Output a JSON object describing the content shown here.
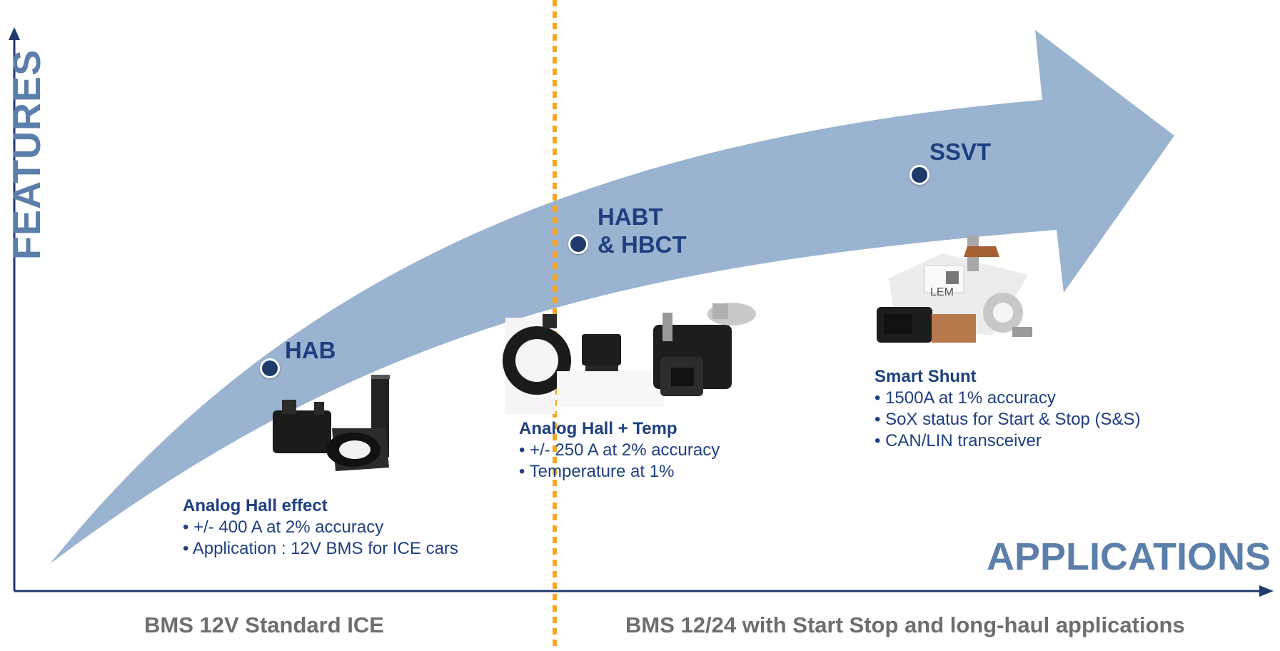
{
  "axes": {
    "y_title": "FEATURES",
    "x_title": "APPLICATIONS"
  },
  "phases": {
    "left": "BMS 12V Standard ICE",
    "right": "BMS 12/24 with Start Stop and long-haul applications"
  },
  "products": {
    "hab": {
      "label": "HAB"
    },
    "habt": {
      "line1": "HABT",
      "line2": "& HBCT"
    },
    "ssvt": {
      "label": "SSVT"
    }
  },
  "cards": {
    "hab": {
      "title": "Analog Hall effect",
      "bullets": [
        "+/- 400 A at 2% accuracy",
        "Application : 12V BMS for ICE cars"
      ]
    },
    "habt": {
      "title": "Analog Hall + Temp",
      "bullets": [
        "+/- 250 A  at 2% accuracy",
        "Temperature at 1%"
      ]
    },
    "ssvt": {
      "title": "Smart Shunt",
      "bullets": [
        "1500A at 1% accuracy",
        "SoX status for Start & Stop (S&S)",
        "CAN/LIN transceiver"
      ]
    }
  },
  "device_label": "LEM",
  "colors": {
    "arrow": "#9ab3d0",
    "axis": "#1f3a6b",
    "divider": "#f5a623",
    "accent_text": "#1f3f7f",
    "axis_title": "#5b7faa",
    "phase_text": "#6e6e6e"
  }
}
